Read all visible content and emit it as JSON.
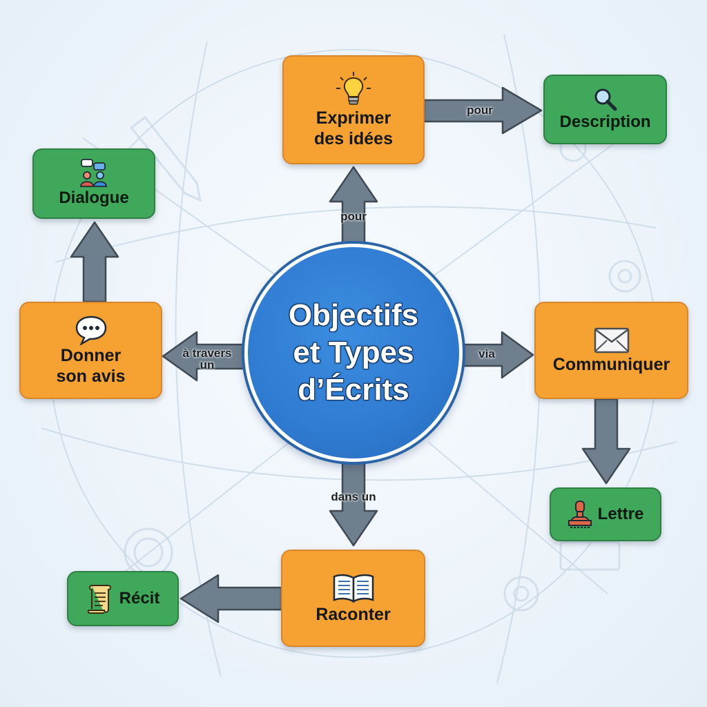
{
  "center": {
    "title": "Objectifs\net Types\nd’Écrits"
  },
  "nodes": {
    "exprimer": {
      "label": "Exprimer\ndes idées",
      "icon": "lightbulb-icon"
    },
    "donner_avis": {
      "label": "Donner\nson avis",
      "icon": "speech-bubble-icon"
    },
    "communiquer": {
      "label": "Communiquer",
      "icon": "envelope-icon"
    },
    "raconter": {
      "label": "Raconter",
      "icon": "open-book-icon"
    },
    "description": {
      "label": "Description",
      "icon": "magnifier-icon"
    },
    "dialogue": {
      "label": "Dialogue",
      "icon": "people-chat-icon"
    },
    "lettre": {
      "label": "Lettre",
      "icon": "stamp-icon"
    },
    "recit": {
      "label": "Récit",
      "icon": "scroll-icon"
    }
  },
  "edges": {
    "center_to_exprimer": "pour",
    "exprimer_to_description": "pour",
    "center_to_donner": "à travers\nun",
    "center_to_communiquer": "via",
    "center_to_raconter": "dans un"
  },
  "colors": {
    "center": "#2f7bd2",
    "action_box": "#f6a233",
    "type_box": "#3fa85b",
    "arrow": "#6f7f8d"
  }
}
